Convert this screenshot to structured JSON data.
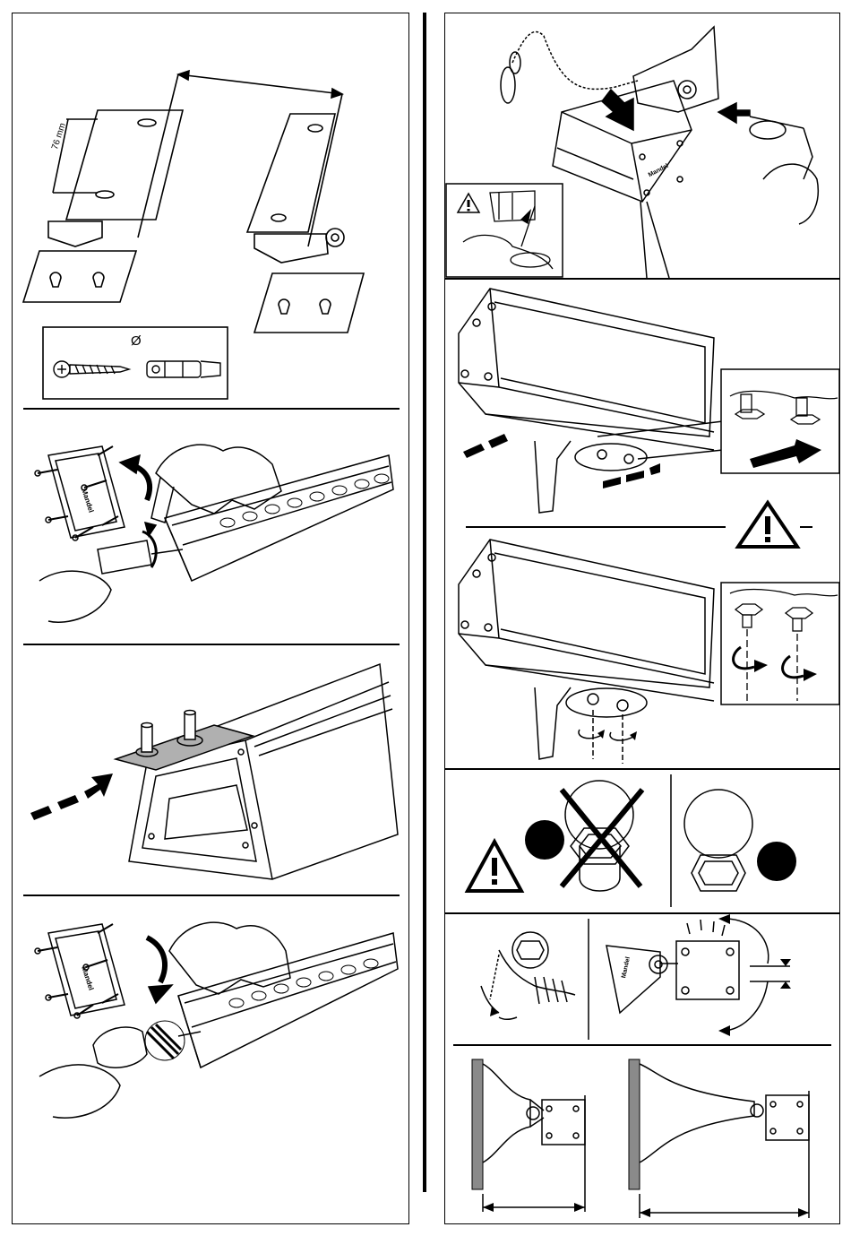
{
  "left_column": {
    "step1": {
      "dimension_label": "76 mm",
      "hole_symbol": "Ø"
    },
    "step2": {
      "brand_mark": "Mandel"
    },
    "step4": {
      "brand_mark": "Mandel"
    }
  },
  "right_column": {
    "step1": {
      "brand_mark": "Mandel",
      "warning_symbol": "!"
    },
    "step2": {
      "warning_symbol": "!"
    },
    "step3": {
      "warning_symbol": "!"
    },
    "step4": {
      "brand_mark": "Mandel"
    }
  },
  "colors": {
    "line": "#000000",
    "plate_fill": "#b0b0b0",
    "wall_fill": "#8a8a8a"
  }
}
